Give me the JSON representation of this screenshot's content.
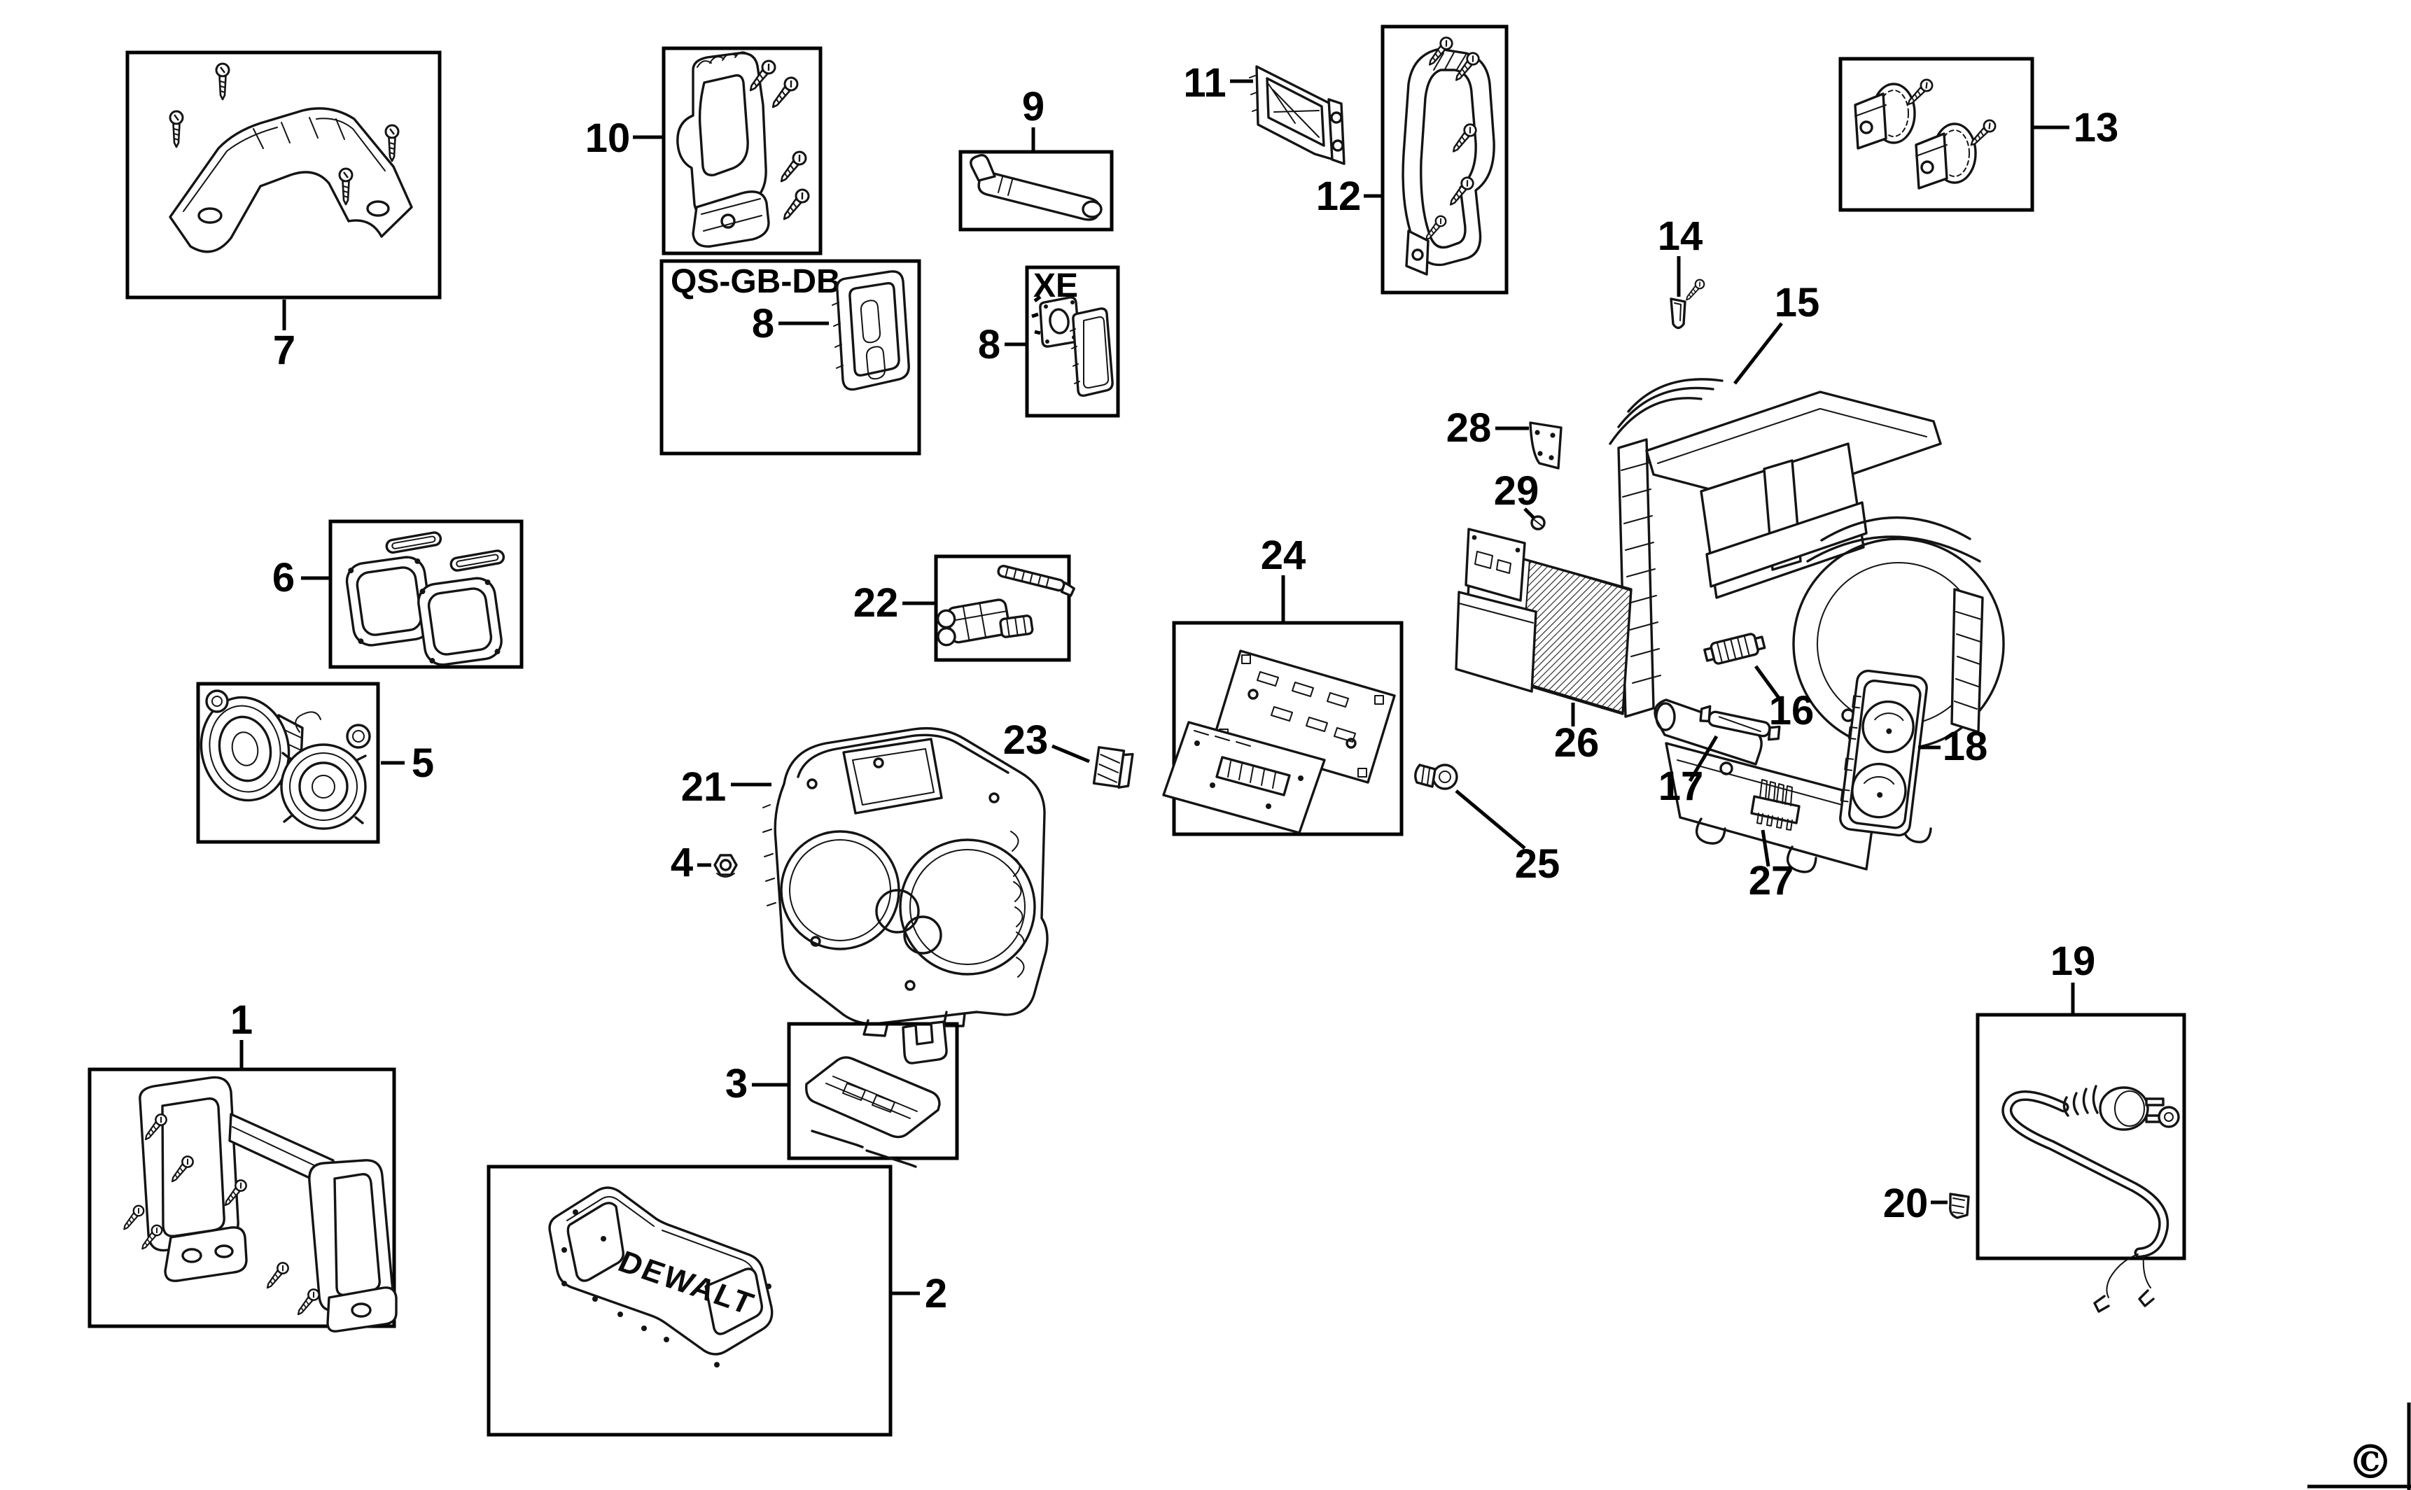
{
  "diagram": {
    "copyright": "©",
    "brand": "DEWALT",
    "group_labels": {
      "qs": "QS-GB-DB",
      "xe": "XE"
    },
    "parts": {
      "p1": {
        "label": "1"
      },
      "p2": {
        "label": "2"
      },
      "p3": {
        "label": "3"
      },
      "p4": {
        "label": "4"
      },
      "p5": {
        "label": "5"
      },
      "p6": {
        "label": "6"
      },
      "p7": {
        "label": "7"
      },
      "p8_qs": {
        "label": "8"
      },
      "p8_xe": {
        "label": "8"
      },
      "p9": {
        "label": "9"
      },
      "p10": {
        "label": "10"
      },
      "p11": {
        "label": "11"
      },
      "p12": {
        "label": "12"
      },
      "p13": {
        "label": "13"
      },
      "p14": {
        "label": "14"
      },
      "p15": {
        "label": "15"
      },
      "p16": {
        "label": "16"
      },
      "p17": {
        "label": "17"
      },
      "p18": {
        "label": "18"
      },
      "p19": {
        "label": "19"
      },
      "p20": {
        "label": "20"
      },
      "p21": {
        "label": "21"
      },
      "p22": {
        "label": "22"
      },
      "p23": {
        "label": "23"
      },
      "p24": {
        "label": "24"
      },
      "p25": {
        "label": "25"
      },
      "p26": {
        "label": "26"
      },
      "p27": {
        "label": "27"
      },
      "p28": {
        "label": "28"
      },
      "p29": {
        "label": "29"
      }
    }
  }
}
